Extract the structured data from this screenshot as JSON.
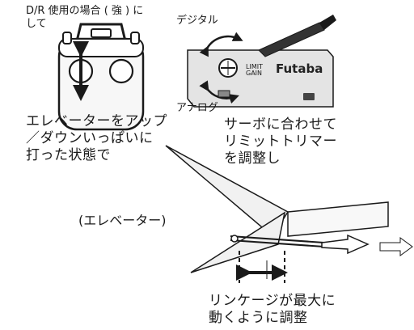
{
  "top_note": {
    "line1": "D/R 使用の場合 ( 強 ) に",
    "line2": "して"
  },
  "servo_modes": {
    "digital": "デジタル",
    "analog": "アナログ"
  },
  "servo_panel": {
    "brand": "Futaba",
    "limit_line1": "LIMIT",
    "limit_line2": "GAIN"
  },
  "elevator_caption": [
    "エレベーターをアップ",
    "／ダウンいっぱいに",
    "打った状態で"
  ],
  "servo_caption": [
    "サーボに合わせて",
    "リミットトリマー",
    "を調整し"
  ],
  "surface_label": "(エレベーター)",
  "linkage_caption": [
    "リンケージが最大に",
    "動くように調整"
  ]
}
